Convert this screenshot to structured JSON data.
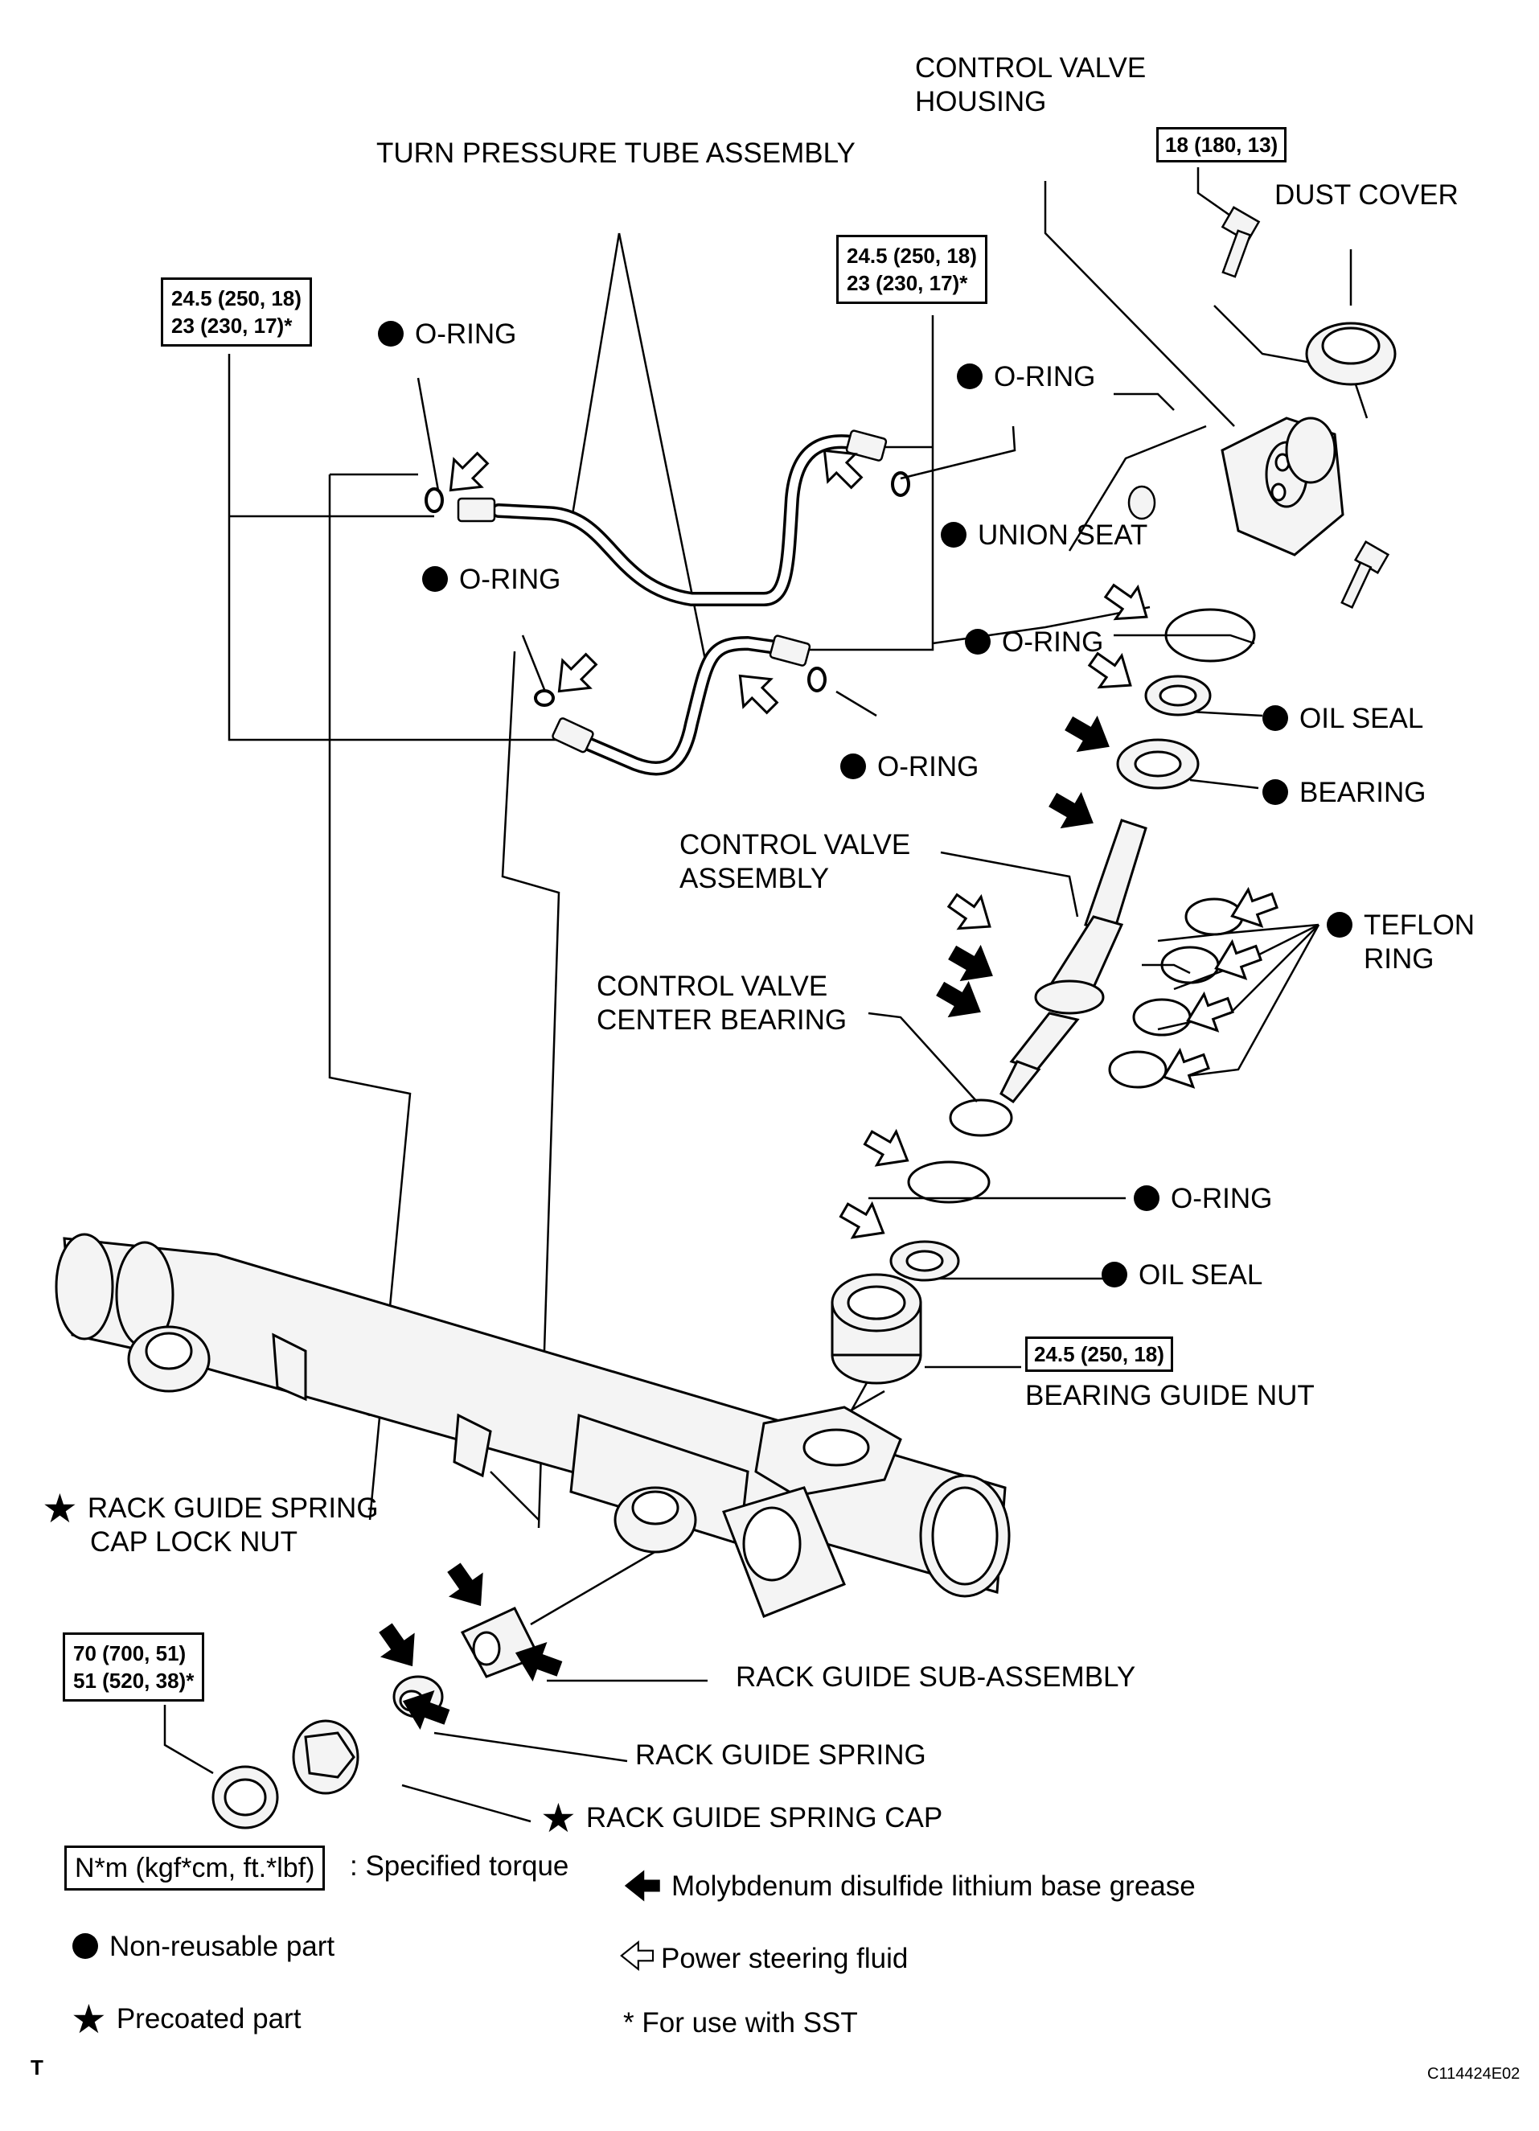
{
  "labels": {
    "control_valve_housing_1": "CONTROL VALVE",
    "control_valve_housing_2": "HOUSING",
    "turn_pressure_tube": "TURN PRESSURE TUBE ASSEMBLY",
    "dust_cover": "DUST COVER",
    "o_ring": "O-RING",
    "union_seat": "UNION SEAT",
    "oil_seal": "OIL SEAL",
    "bearing": "BEARING",
    "control_valve_assembly_1": "CONTROL VALVE",
    "control_valve_assembly_2": "ASSEMBLY",
    "teflon_ring_1": "TEFLON",
    "teflon_ring_2": "RING",
    "center_bearing_1": "CONTROL VALVE",
    "center_bearing_2": "CENTER BEARING",
    "bearing_guide_nut": "BEARING GUIDE NUT",
    "rack_guide_lock_nut_1": "RACK GUIDE SPRING",
    "rack_guide_lock_nut_2": "CAP LOCK NUT",
    "rack_guide_sub_assembly": "RACK GUIDE SUB-ASSEMBLY",
    "rack_guide_spring": "RACK GUIDE SPRING",
    "rack_guide_spring_cap": "RACK GUIDE SPRING CAP"
  },
  "torques": {
    "dust_cover_bolt": [
      "18 (180, 13)"
    ],
    "tube_union_right": [
      "24.5 (250, 18)",
      "23 (230, 17)*"
    ],
    "tube_union_left": [
      "24.5 (250, 18)",
      "23 (230, 17)*"
    ],
    "bearing_guide_nut": [
      "24.5 (250, 18)"
    ],
    "lock_nut": [
      "70 (700, 51)",
      "51 (520, 38)*"
    ]
  },
  "legend": {
    "torque_unit": "N*m (kgf*cm, ft.*lbf)",
    "torque_desc": ": Specified torque",
    "non_reusable": "Non-reusable part",
    "precoated": "Precoated part",
    "moly_grease": "Molybdenum disulfide lithium base grease",
    "ps_fluid": "Power steering fluid",
    "sst_note": "* For use with SST"
  },
  "corner_letter": "T",
  "figure_code": "C114424E02",
  "colors": {
    "ink": "#000000",
    "paper": "#ffffff",
    "part_fill": "#f4f4f4"
  },
  "icons": {
    "non_reusable": "filled-circle",
    "precoated": "filled-star",
    "moly_grease": "solid-arrow",
    "ps_fluid": "outline-arrow"
  }
}
